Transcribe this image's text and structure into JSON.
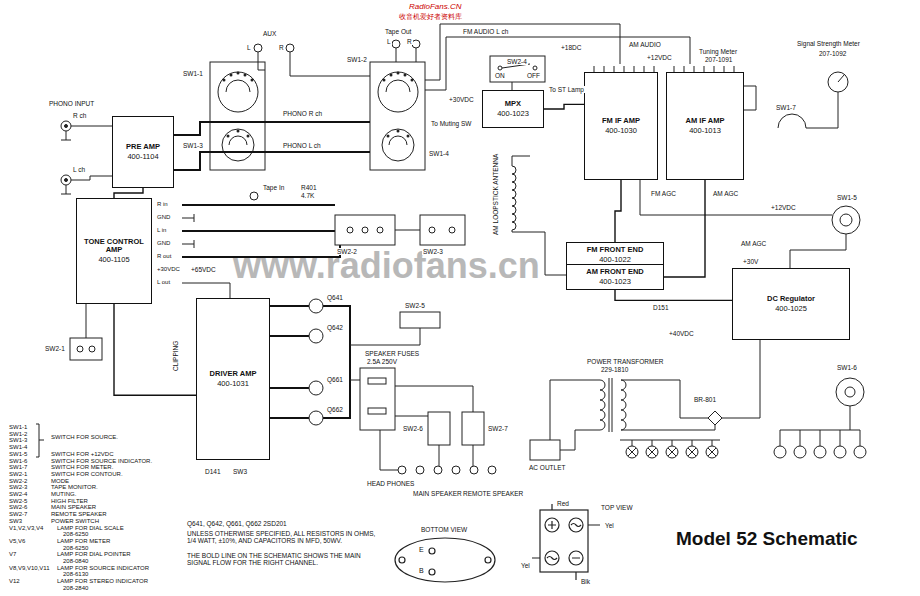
{
  "diagram": {
    "title": "Model 52 Schematic",
    "nodes": [
      {
        "text": [
          "PRE AMP",
          "400-1104"
        ]
      },
      {
        "text": [
          "MPX",
          "400-1023"
        ]
      },
      {
        "text": [
          "FM IF AMP",
          "400-1030"
        ]
      },
      {
        "text": [
          "AM IF AMP",
          "400-1013"
        ]
      },
      {
        "text": [
          "TONE CONTROL AMP",
          "400-1105"
        ]
      },
      {
        "text": [
          "FM FRONT END",
          "400-1022"
        ]
      },
      {
        "text": [
          "AM FRONT END",
          "400-1023"
        ]
      },
      {
        "text": [
          "DC Regulator",
          "400-1025"
        ]
      },
      {
        "text": [
          "DRIVER AMP",
          "400-1031"
        ]
      }
    ],
    "edges": [
      {
        "from": 0,
        "to": 4,
        "arrow": "none"
      },
      {
        "from": 2,
        "to": 1,
        "arrow": "none"
      },
      {
        "from": 5,
        "to": 2,
        "arrow": "none"
      },
      {
        "from": 6,
        "to": 3,
        "arrow": "none"
      },
      {
        "from": 4,
        "to": 8,
        "arrow": "none"
      },
      {
        "from": 7,
        "to": 6,
        "arrow": "none"
      }
    ],
    "labels": [
      "RadioFans.CN",
      "收音机爱好者资料库",
      "www.radiofans.cn",
      "PHONO INPUT",
      "R ch",
      "L ch",
      "AUX",
      "L",
      "R",
      "Tape Out",
      "L",
      "R",
      "FM AUDIO L ch",
      "AM AUDIO",
      "+18DC",
      "+12VDC",
      "SW2-4",
      "ON",
      "OFF",
      "Tuning Meter",
      "207-1091",
      "Signal Strength Meter",
      "207-1092",
      "SW1-1",
      "SW1-2",
      "SW1-3",
      "SW1-4",
      "PHONO R ch",
      "PHONO L ch",
      "+30VDC",
      "To Muting SW",
      "To ST Lamp",
      "SW1-7",
      "FM AGC",
      "AM AGC",
      "AM AGC",
      "+12VDC",
      "SW1-5",
      "AM LOOPSTICK ANTENNA",
      "Tape In",
      "R in",
      "GND",
      "L in",
      "GND",
      "R out",
      "+30VDC",
      "L out",
      "+65VDC",
      "SW2-2",
      "SW2-3",
      "R401",
      "4.7K",
      "SW2-5",
      "+30V",
      "D151",
      "+40VDC",
      "POWER TRANSFORMER",
      "229-1810",
      "BR-801",
      "AC OUTLET",
      "SW1-6",
      "SW2-1",
      "CLIPPING",
      "SPEAKER FUSES",
      "2.5A 250V",
      "SW2-6",
      "SW2-7",
      "HEAD PHONES",
      "MAIN SPEAKER",
      "REMOTE SPEAKER",
      "Q641",
      "Q642",
      "Q661",
      "Q662",
      "D141",
      "SW3",
      "Q641, Q642, Q661, Q662 2SD201",
      "UNLESS OTHERWISE SPECIFIED, ALL RESISTORS IN OHMS, 1/4 WATT, ±10%, AND CAPACITORS IN MFD, 50WV.",
      "THE BOLD LINE ON THE SCHEMATIC SHOWS THE MAIN SIGNAL FLOW FOR THE RIGHT CHANNEL.",
      "BOTTOM VIEW",
      "E",
      "B",
      "TOP VIEW",
      "Red",
      "Yel",
      "Yel",
      "Blk",
      "SW1-1",
      "SW1-2",
      "SW1-3",
      "SW1-4",
      "SWITCH FOR SOURCE.",
      "SW1-5",
      "SWITCH FOR +12VDC",
      "SW1-6",
      "SWITCH FOR SOURCE INDICATOR.",
      "SW1-7",
      "SWITCH FOR METER.",
      "SW2-1",
      "SWITCH FOR CONTOUR.",
      "SW2-2",
      "MODE",
      "SW2-3",
      "TAPE MONITOR.",
      "SW2-4",
      "MUTING.",
      "SW2-5",
      "HIGH FILTER",
      "SW2-6",
      "MAIN SPEAKER",
      "SW2-7",
      "REMOTE SPEAKER",
      "SW3",
      "POWER SWITCH",
      "V1,V2,V3,V4",
      "LAMP FOR DIAL SCALE",
      "208-6250",
      "V5,V6",
      "LAMP FOR METER",
      "208-6250",
      "V7",
      "LAMP FOR DIAL POINTER",
      "208-0840",
      "V8,V9,V10,V11",
      "LAMP FOR SOURCE INDICATOR",
      "208-6130",
      "V12",
      "LAMP FOR STEREO INDICATOR",
      "208-2840"
    ]
  }
}
